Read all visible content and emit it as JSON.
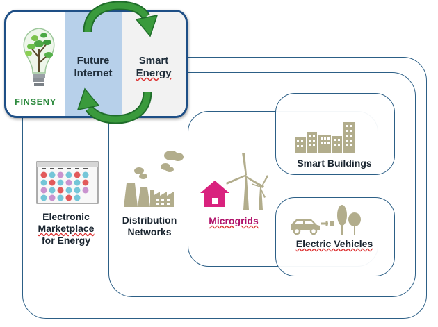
{
  "finseny": {
    "logo_text": "FINSENY",
    "future_internet": "Future Internet",
    "smart_energy_line1": "Smart",
    "smart_energy_line2": "Energy"
  },
  "layers": {
    "marketplace_line1": "Electronic",
    "marketplace_line2": "Marketplace",
    "marketplace_line3": "for Energy",
    "distribution_line1": "Distribution",
    "distribution_line2": "Networks",
    "microgrids": "Microgrids",
    "smart_buildings": "Smart Buildings",
    "electric_vehicles": "Electric Vehicles"
  },
  "colors": {
    "frame_border": "#2c5f86",
    "finseny_border": "#1e4f86",
    "arrow_green": "#3a9a3c",
    "icon_khaki": "#b2ad8c",
    "house_magenta": "#d9227e",
    "microgrids_text": "#b0126a"
  }
}
